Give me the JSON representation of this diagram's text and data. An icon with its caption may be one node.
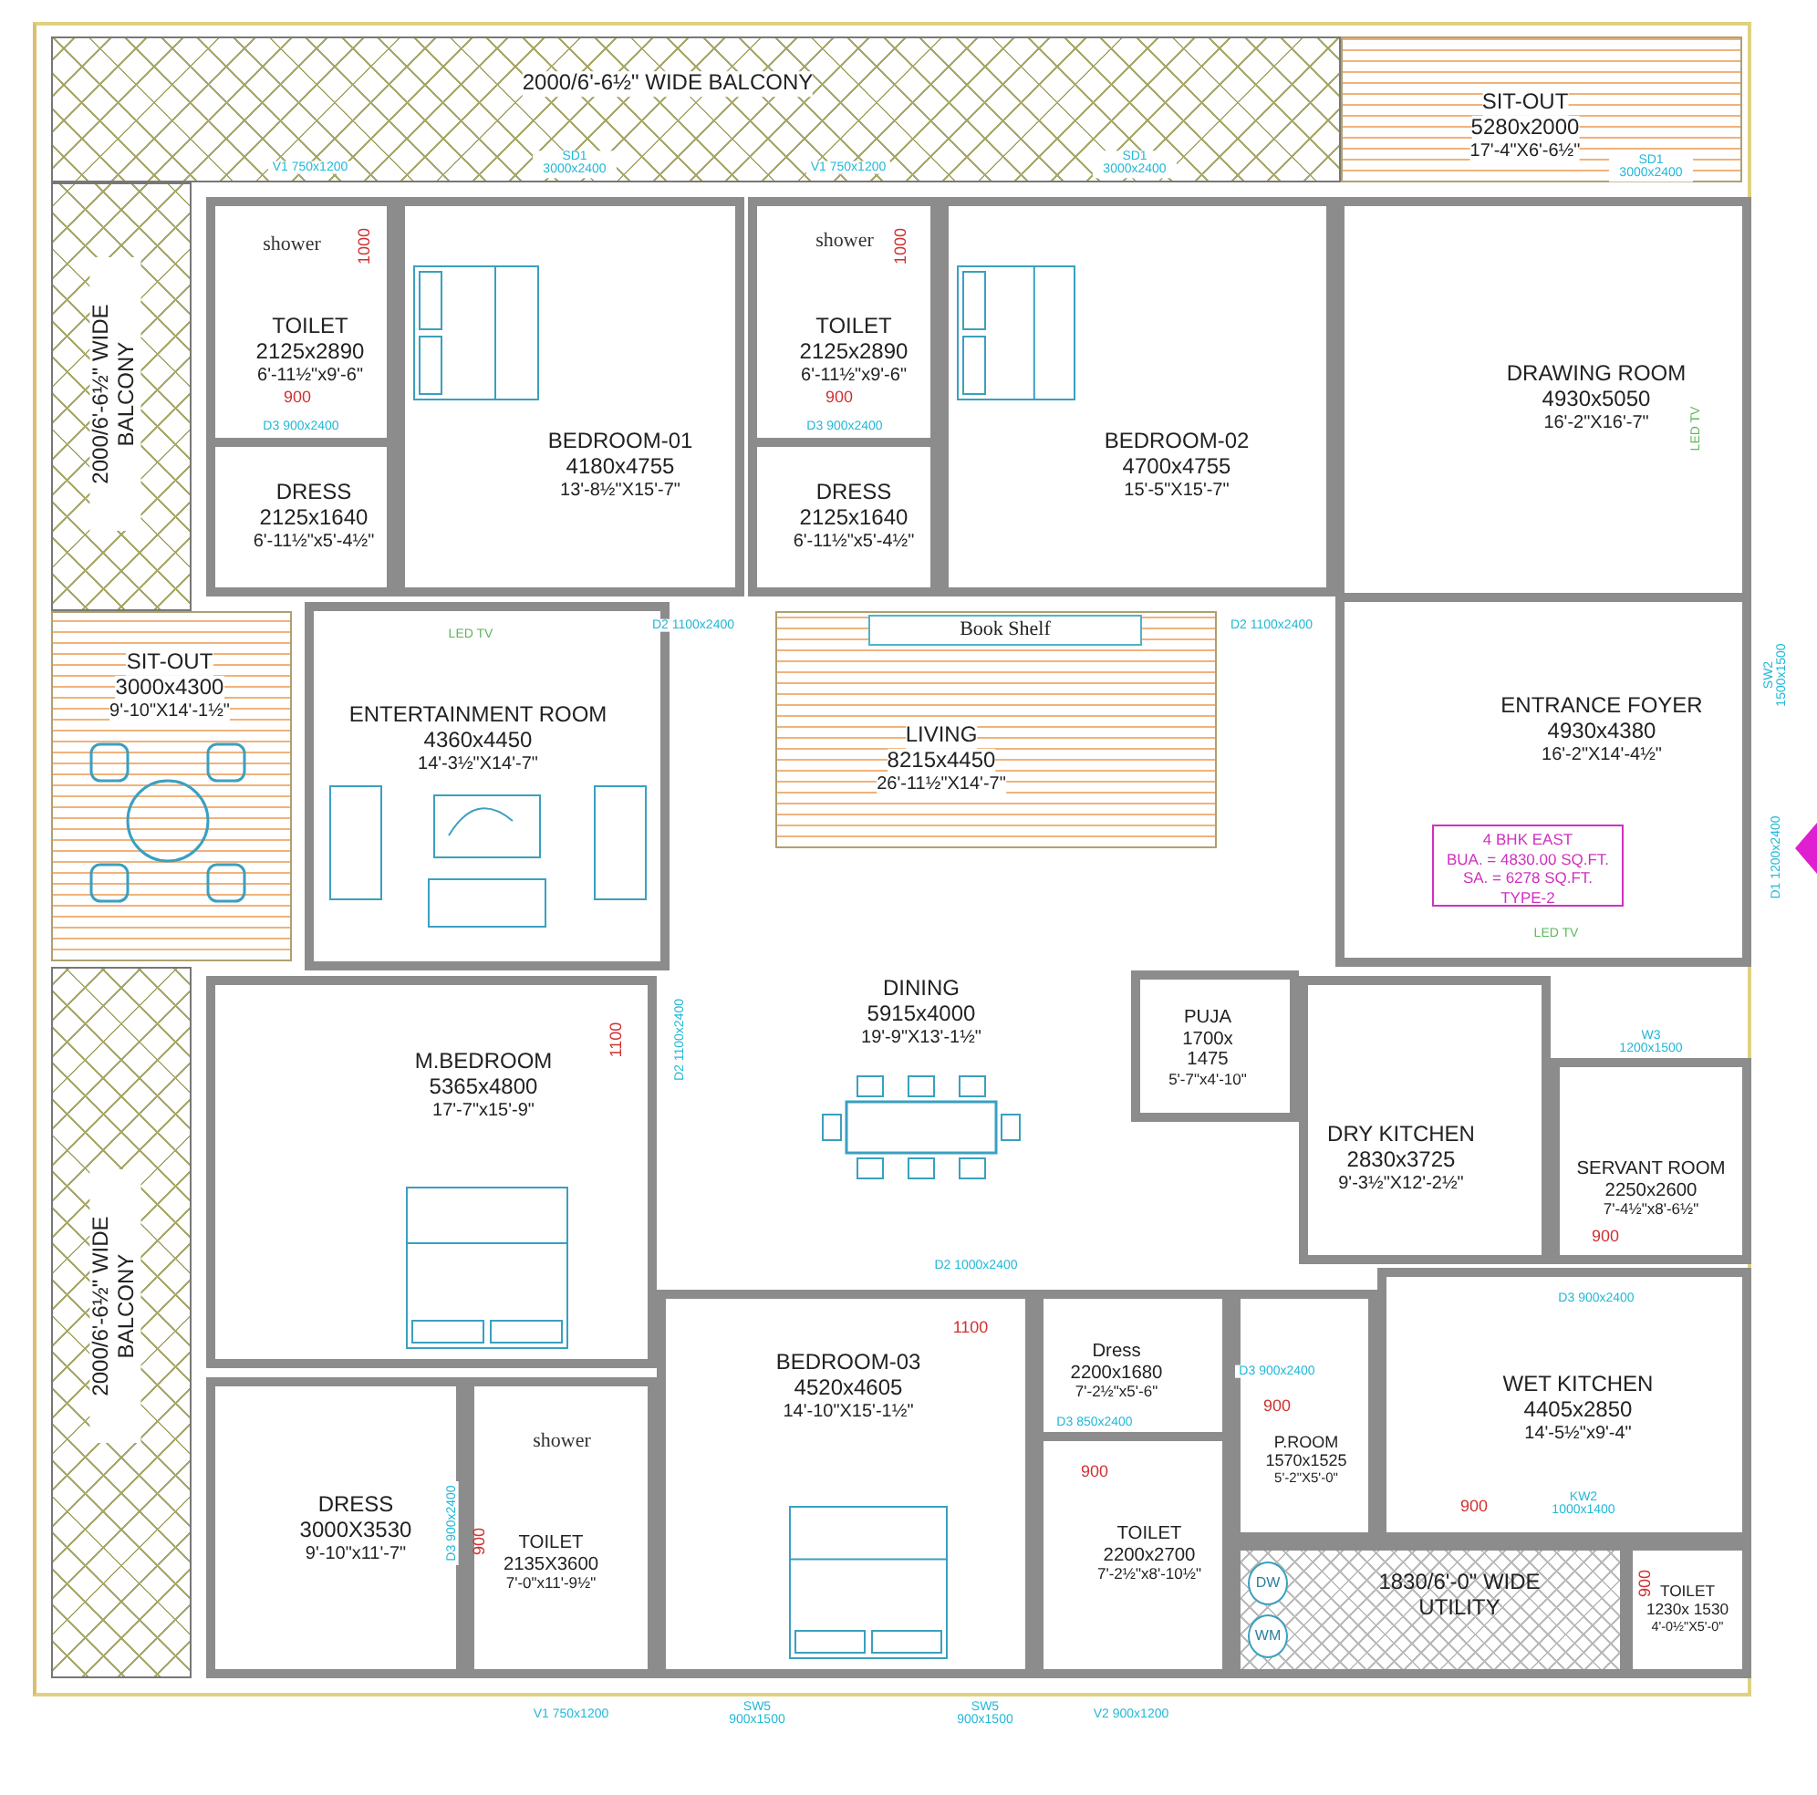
{
  "diagram": {
    "nodes": [
      {
        "text": [
          "2000/6'-6½\" WIDE BALCONY"
        ]
      },
      {
        "text": [
          "SIT-OUT",
          "5280x2000",
          "17'-4\"X6'-6½\""
        ]
      },
      {
        "text": [
          "2000/6'-6½\" WIDE BALCONY"
        ]
      },
      {
        "text": [
          "TOILET",
          "2125x2890",
          "6'-11½\"x9'-6\""
        ]
      },
      {
        "text": [
          "DRESS",
          "2125x1640",
          "6'-11½\"x5'-4½\""
        ]
      },
      {
        "text": [
          "BEDROOM-01",
          "4180x4755",
          "13'-8½\"X15'-7\""
        ]
      },
      {
        "text": [
          "TOILET",
          "2125x2890",
          "6'-11½\"x9'-6\""
        ]
      },
      {
        "text": [
          "DRESS",
          "2125x1640",
          "6'-11½\"x5'-4½\""
        ]
      },
      {
        "text": [
          "BEDROOM-02",
          "4700x4755",
          "15'-5\"X15'-7\""
        ]
      },
      {
        "text": [
          "DRAWING ROOM",
          "4930x5050",
          "16'-2\"X16'-7\""
        ]
      },
      {
        "text": [
          "SIT-OUT",
          "3000x4300",
          "9'-10\"X14'-1½\""
        ]
      },
      {
        "text": [
          "ENTERTAINMENT ROOM",
          "4360x4450",
          "14'-3½\"X14'-7\""
        ]
      },
      {
        "text": [
          "LIVING",
          "8215x4450",
          "26'-11½\"X14'-7\""
        ]
      },
      {
        "text": [
          "Book Shelf"
        ],
        "in": 12
      },
      {
        "text": [
          "ENTRANCE FOYER",
          "4930x4380",
          "16'-2\"X14'-4½\""
        ]
      },
      {
        "text": [
          "4 BHK EAST",
          "BUA. = 4830.00 SQ.FT.",
          "SA. = 6278 SQ.FT.",
          "TYPE-2"
        ],
        "in": 14
      },
      {
        "text": [
          "DINING",
          "5915x4000",
          "19'-9\"X13'-1½\""
        ]
      },
      {
        "text": [
          "M.BEDROOM",
          "5365x4800",
          "17'-7\"x15'-9\""
        ]
      },
      {
        "text": [
          "2000/6'-6½\" WIDE BALCONY"
        ]
      },
      {
        "text": [
          "PUJA",
          "1700x 1475",
          "5'-7\"x4'-10\""
        ]
      },
      {
        "text": [
          "DRY KITCHEN",
          "2830x3725",
          "9'-3½\"X12'-2½\""
        ]
      },
      {
        "text": [
          "SERVANT ROOM",
          "2250x2600",
          "7'-4½\"x8'-6½\""
        ],
        "beside": [
          "W3 1200x1500"
        ]
      },
      {
        "text": [
          "DRESS",
          "3000X3530",
          "9'-10\"x11'-7\""
        ]
      },
      {
        "text": [
          "TOILET",
          "2135X3600",
          "7'-0\"x11'-9½\""
        ]
      },
      {
        "text": [
          "BEDROOM-03",
          "4520x4605",
          "14'-10\"X15'-1½\""
        ]
      },
      {
        "text": [
          "Dress",
          "2200x1680",
          "7'-2½\"x5'-6\""
        ]
      },
      {
        "text": [
          "TOILET",
          "2200x2700",
          "7'-2½\"x8'-10½\""
        ]
      },
      {
        "text": [
          "P.ROOM",
          "1570x1525",
          "5'-2\"X5'-0\""
        ]
      },
      {
        "text": [
          "WET KITCHEN",
          "4405x2850",
          "14'-5½\"x9'-4\""
        ]
      },
      {
        "text": [
          "1830/6'-0\" WIDE UTILITY"
        ]
      },
      {
        "text": [
          "DW"
        ],
        "in": 29
      },
      {
        "text": [
          "WM"
        ],
        "in": 29
      },
      {
        "text": [
          "TOILET",
          "1230x 1530",
          "4'-0½\"X5'-0\""
        ]
      }
    ],
    "labels": [
      "V1 750x1200",
      "SD1 3000x2400",
      "V1 750x1200",
      "SD1 3000x2400",
      "SD1 3000x2400",
      "shower",
      "1000",
      "shower",
      "1000",
      "900",
      "D3 900x2400",
      "900",
      "D3 900x2400",
      "D2 1100x2400",
      "D2 1100x2400",
      "LED TV",
      "LED TV",
      "SW2 1500x1500",
      "D1 1200x2400",
      "LED TV",
      "1100",
      "D2 1100x2400",
      "900",
      "D3 900x2400",
      "D2 1000x2400",
      "1100",
      "D3 900x2400",
      "900",
      "D3 850x2400",
      "900",
      "shower",
      "D3 900x2400",
      "900",
      "KW2 1000x1400",
      "900",
      "900",
      "SW5 900x1500",
      "V1 750x1200",
      "SW5 900x1500",
      "V2 900x1200"
    ]
  }
}
